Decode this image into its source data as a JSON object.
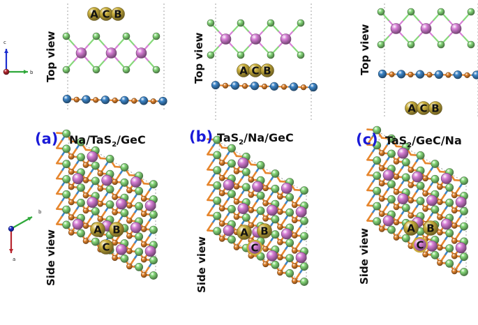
{
  "colors": {
    "sulfur": "#86d97a",
    "tantalum": "#d77fd6",
    "germanium": "#3d86c9",
    "carbon": "#e6862e",
    "sodium": "#cdb23e",
    "panel_letter": "#1a1ad8",
    "axis_c": "#1c2ecf",
    "axis_b": "#2fa83a",
    "axis_a": "#b8262f"
  },
  "site_labels": [
    "A",
    "B",
    "C"
  ],
  "axes": {
    "c": "c",
    "b": "b",
    "a": "a"
  },
  "panels": [
    {
      "letter": "(a)",
      "title_pre": "Na/TaS",
      "title_sub": "2",
      "title_post": "/GeC"
    },
    {
      "letter": "(b)",
      "title_pre": "TaS",
      "title_sub": "2",
      "title_post": "/Na/GeC"
    },
    {
      "letter": "(c)",
      "title_pre": "TaS",
      "title_sub": "2",
      "title_post": "/GeC/Na"
    }
  ],
  "views": {
    "top_label": "Top view",
    "side_label": "Side view"
  }
}
